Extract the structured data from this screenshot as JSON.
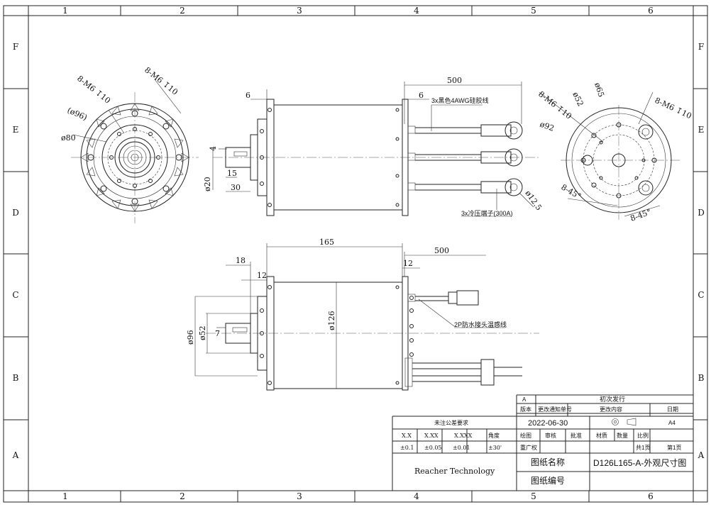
{
  "frame": {
    "col_labels": [
      "1",
      "2",
      "3",
      "4",
      "5",
      "6"
    ],
    "row_labels": [
      "F",
      "E",
      "D",
      "C",
      "B",
      "A"
    ]
  },
  "front_view_left": {
    "callout_a": "8-M6 ↧10",
    "callout_b": "8-M6 ↧10",
    "dia_96": "(ø96)",
    "dia_80": "ø80"
  },
  "side_view_top": {
    "dim_6_left": "6",
    "dim_500": "500",
    "dim_6_right": "6",
    "dim_4": "4",
    "dim_20": "ø20",
    "dim_15": "15",
    "dim_30": "30",
    "wire_note": "3x黑色4AWG硅胶线",
    "terminal_note": "3x冷压端子(300A)",
    "dim_12_5": "ø12.5"
  },
  "front_view_right": {
    "callout_a": "8-M6 ↧10",
    "callout_b": "8-M6 ↧10",
    "dia_52": "ø52",
    "dia_65": "ø65",
    "dia_92": "ø92",
    "angle_a": "8-45°",
    "angle_b": "8-45°"
  },
  "side_view_bottom": {
    "dim_165": "165",
    "dim_18": "18",
    "dim_12_left": "12",
    "dim_500": "500",
    "dim_12_right": "12",
    "dim_126": "ø126",
    "dim_96": "ø96",
    "dim_52": "ø52",
    "dim_7": "7",
    "sensor_note": "2P防水接头温感线"
  },
  "title_block": {
    "rev_letter": "A",
    "rev_desc": "初次发行",
    "h_version": "版本",
    "h_notice": "更改通知单号",
    "h_content": "更改内容",
    "h_date": "日期",
    "paper_size": "A4",
    "tol_title": "未注公差要求",
    "tol_h": [
      "X.X",
      "X.XX",
      "X.XXX",
      "角度"
    ],
    "tol_v": [
      "±0.1",
      "±0.05",
      "±0.01",
      "±30'"
    ],
    "date": "2022-06-30",
    "sig_h": [
      "绘图",
      "审核",
      "批准",
      "材质",
      "数量",
      "比例"
    ],
    "factory": "重广权",
    "page_total": "共1页",
    "page_num": "第1页",
    "company": "Reacher Technology",
    "name_label": "图纸名称",
    "name_value": "D126L165-A-外观尺寸图",
    "no_label": "图纸编号"
  }
}
